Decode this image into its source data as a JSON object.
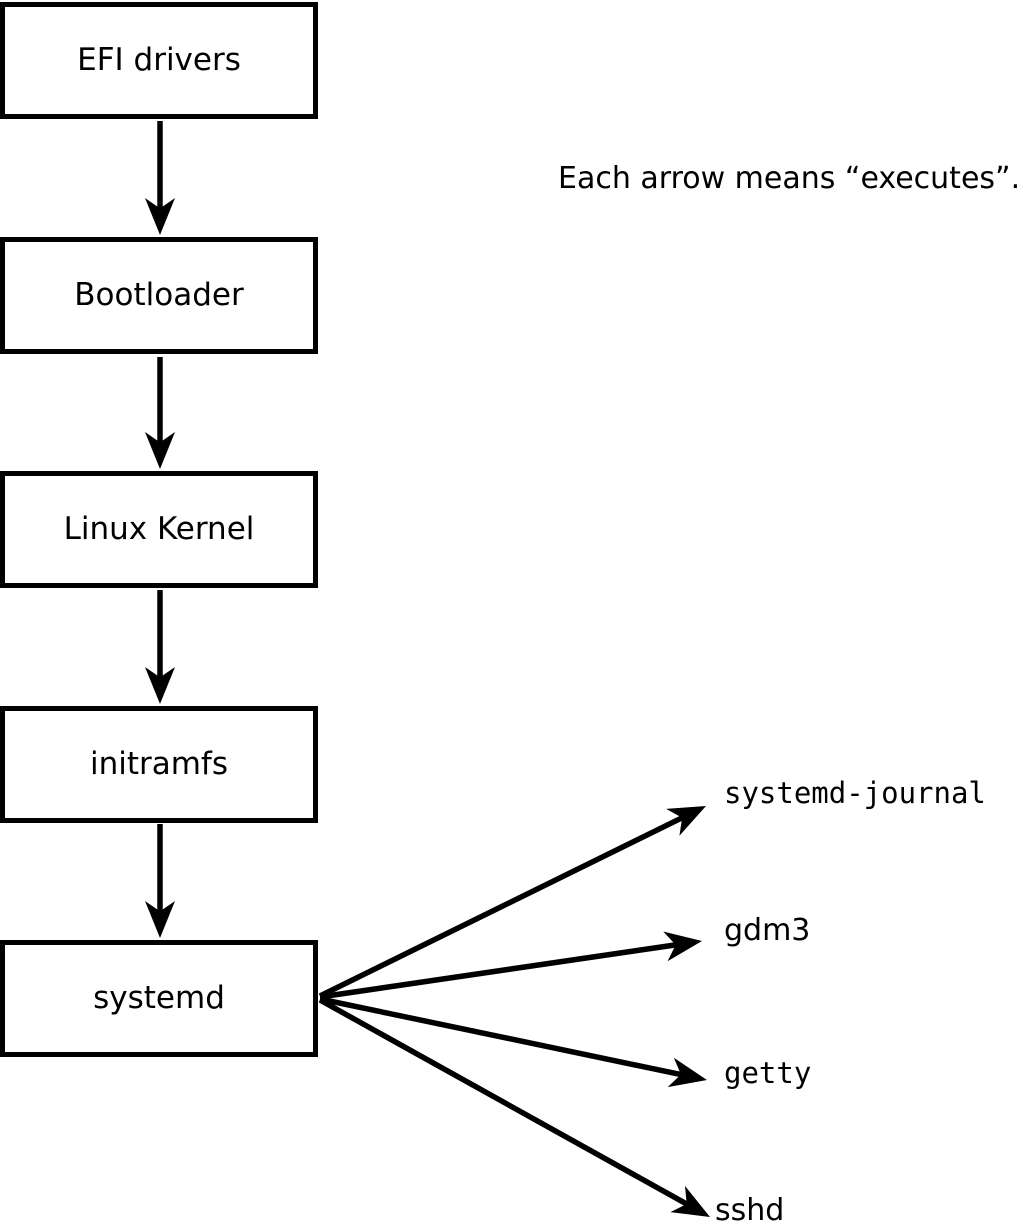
{
  "diagram": {
    "caption": "Each arrow means “executes”.",
    "chain": [
      {
        "label": "EFI drivers"
      },
      {
        "label": "Bootloader"
      },
      {
        "label": "Linux Kernel"
      },
      {
        "label": "initramfs"
      },
      {
        "label": "systemd"
      }
    ],
    "targets": [
      {
        "label": "systemd-journal"
      },
      {
        "label": "gdm3"
      },
      {
        "label": "getty"
      },
      {
        "label": "sshd"
      }
    ],
    "arrow_meaning": "executes",
    "colors": {
      "stroke": "#000000",
      "background": "#ffffff",
      "box_fill": "#ffffff"
    }
  }
}
